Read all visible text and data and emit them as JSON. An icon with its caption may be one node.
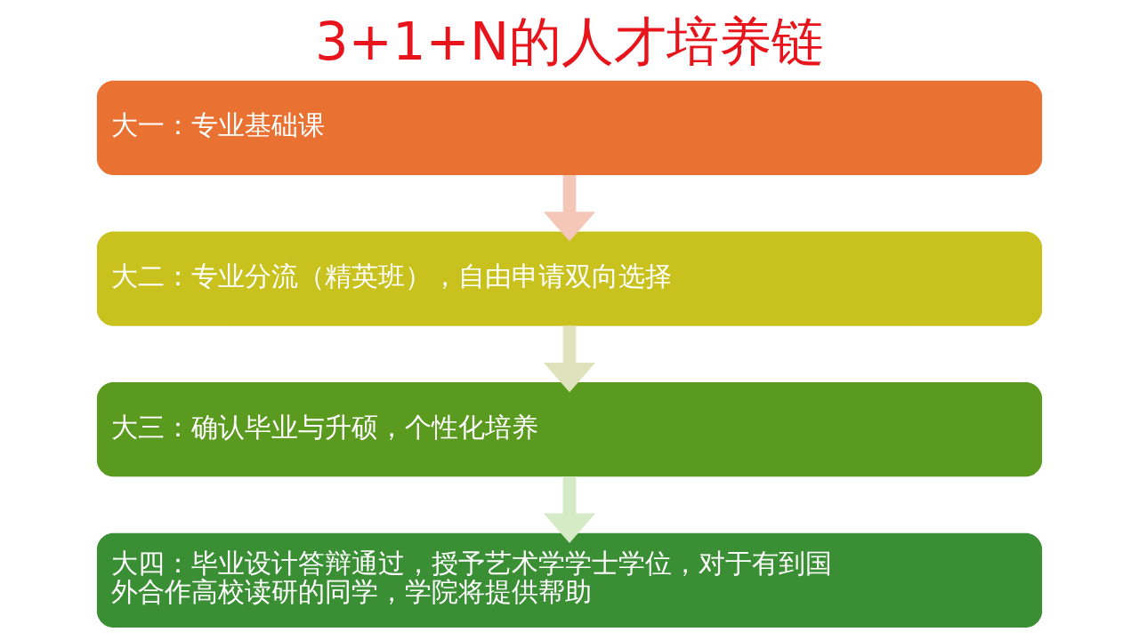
{
  "diagram": {
    "title": "3+1+N的人才培养链",
    "nodes": [
      {
        "text": [
          "大一：专业基础课"
        ]
      },
      {
        "text": [
          "大二：专业分流（精英班），自由申请双向选择"
        ]
      },
      {
        "text": [
          "大三：确认毕业与升硕，个性化培养"
        ]
      },
      {
        "text": [
          "大四：毕业设计答辩通过，授予艺术学学士学位，对于有到国外合作高校读研的同学，学院将提供帮助"
        ]
      }
    ],
    "edges": [
      {
        "from": 0,
        "to": 1,
        "arrow": "to",
        "color": "#f4c7b8"
      },
      {
        "from": 1,
        "to": 2,
        "arrow": "to",
        "color": "#dfe3bd"
      },
      {
        "from": 2,
        "to": 3,
        "arrow": "to",
        "color": "#d5eac6"
      }
    ]
  }
}
